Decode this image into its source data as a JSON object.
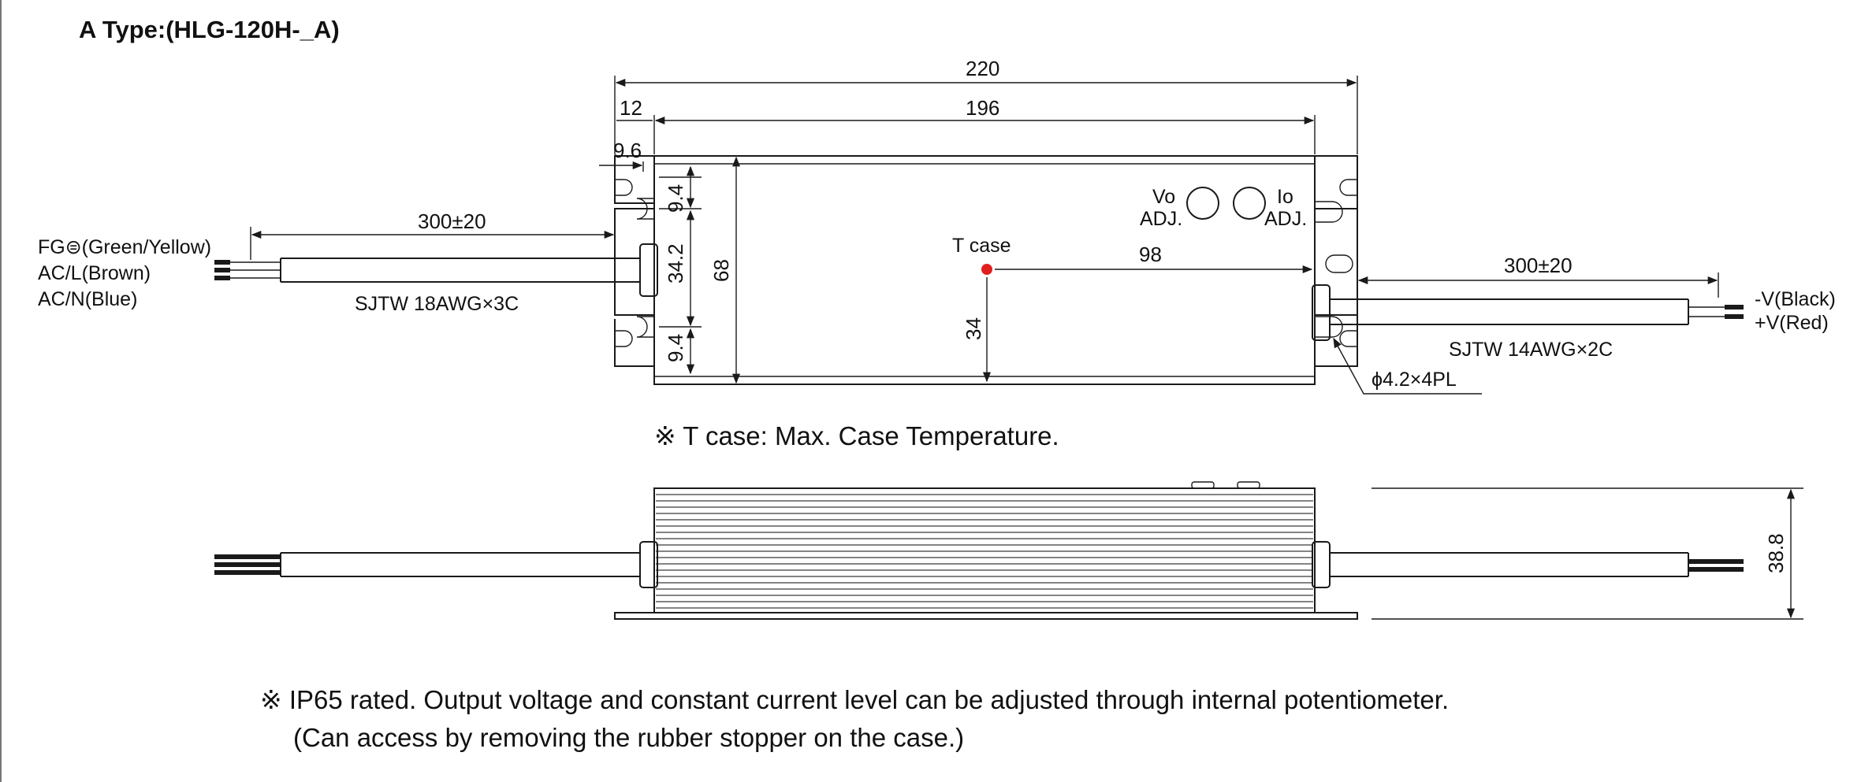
{
  "title": "A Type:(HLG-120H-_A)",
  "dimensions": {
    "overall_length": "220",
    "body_length": "196",
    "mount_tab": "12",
    "hole_offset": "9.6",
    "edge_top": "9.4",
    "hole_spacing": "34.2",
    "edge_bottom": "9.4",
    "width": "68",
    "tcase_x": "98",
    "tcase_y": "34",
    "height": "38.8"
  },
  "input_cable": {
    "length": "300±20",
    "spec": "SJTW 18AWG×3C",
    "wires": [
      "FG⊜(Green/Yellow)",
      "AC/L(Brown)",
      "AC/N(Blue)"
    ]
  },
  "output_cable": {
    "length": "300±20",
    "spec": "SJTW 14AWG×2C",
    "wires": [
      "-V(Black)",
      "+V(Red)"
    ]
  },
  "adjusters": {
    "vo_line1": "Vo",
    "vo_line2": "ADJ.",
    "io_line1": "Io",
    "io_line2": "ADJ."
  },
  "tcase_label": "T case",
  "mount_hole": "ϕ4.2×4PL",
  "notes": {
    "tcase_note": "※ T case: Max. Case Temperature.",
    "ip_note_line1": "※ IP65 rated. Output voltage and constant current level can be adjusted through internal potentiometer.",
    "ip_note_line2": "(Can access by removing the rubber stopper on the case.)"
  },
  "colors": {
    "line": "#1a1a1a",
    "tcase_dot": "#e0201e"
  }
}
